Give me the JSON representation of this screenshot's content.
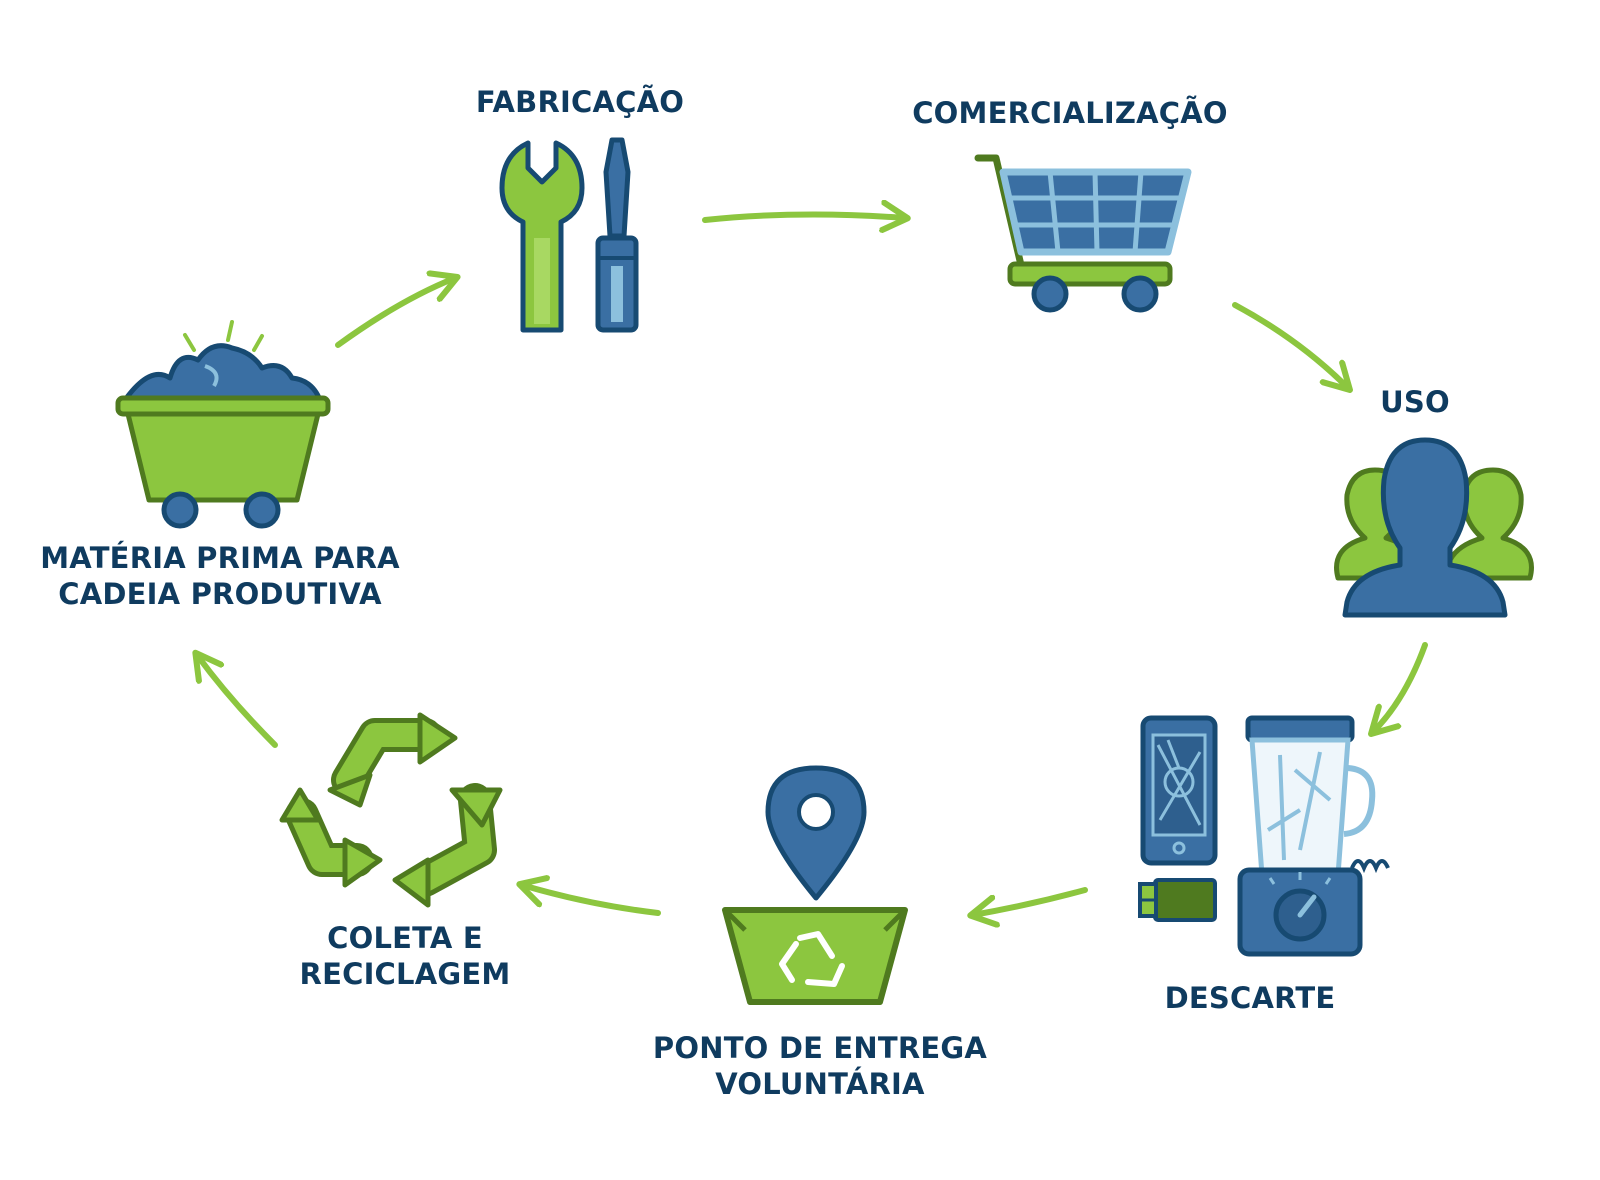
{
  "steps": [
    {
      "id": "fabricacao",
      "lines": [
        "FABRICAÇÃO"
      ],
      "icon": "wrench-screwdriver-icon"
    },
    {
      "id": "comercializacao",
      "lines": [
        "COMERCIALIZAÇÃO"
      ],
      "icon": "shopping-cart-icon"
    },
    {
      "id": "uso",
      "lines": [
        "USO"
      ],
      "icon": "people-icon"
    },
    {
      "id": "descarte",
      "lines": [
        "DESCARTE"
      ],
      "icon": "broken-electronics-icon"
    },
    {
      "id": "ponto",
      "lines": [
        "PONTO DE ENTREGA",
        "VOLUNTÁRIA"
      ],
      "icon": "drop-off-bin-icon"
    },
    {
      "id": "coleta",
      "lines": [
        "COLETA E",
        "RECICLAGEM"
      ],
      "icon": "recycle-icon"
    },
    {
      "id": "materia",
      "lines": [
        "MATÉRIA PRIMA PARA",
        "CADEIA PRODUTIVA"
      ],
      "icon": "ore-cart-icon"
    }
  ],
  "colors": {
    "green": "#8cc63f",
    "green_dark": "#4f7a1f",
    "blue": "#3a6fa3",
    "blue_dark": "#174a72",
    "blue_light": "#8cc0dd",
    "text": "#0f3b5f",
    "arrow": "#8cc63f"
  }
}
